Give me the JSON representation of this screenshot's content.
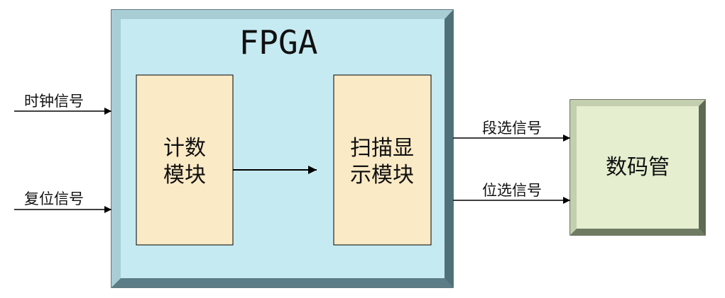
{
  "fpga": {
    "title": "FPGA"
  },
  "modules": {
    "counter": {
      "line1": "计数",
      "line2": "模块"
    },
    "scan_display": {
      "line1": "扫描显",
      "line2": "示模块"
    }
  },
  "display": {
    "label": "数码管"
  },
  "inputs": {
    "clock": "时钟信号",
    "reset": "复位信号"
  },
  "outputs": {
    "segment_select": "段选信号",
    "digit_select": "位选信号"
  },
  "colors": {
    "fpga_face": "#c6eaf2",
    "fpga_bevel_dark": "#4f6f79",
    "fpga_bevel_mid": "#7fa4ad",
    "fpga_bevel_light": "#e6f7fb",
    "module_fill": "#fbeac6",
    "display_fill": "#e5efd0",
    "display_bevel_dark": "#5f6a55",
    "display_bevel_mid": "#9caa8b",
    "line": "#000000"
  }
}
